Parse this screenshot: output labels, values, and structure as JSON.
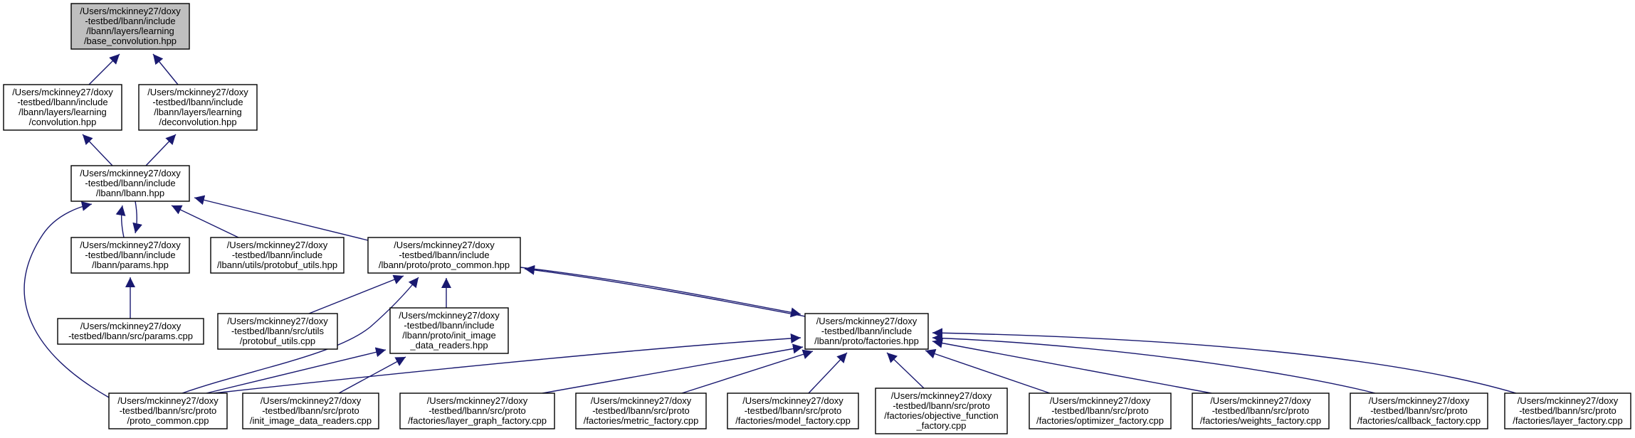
{
  "colors": {
    "edge": "#191970",
    "root_fill": "#bfbfbf",
    "node_fill": "#ffffff",
    "node_border": "#000000"
  },
  "nodes": [
    {
      "id": "base_conv",
      "highlight": true,
      "lines": [
        "/Users/mckinney27/doxy",
        "-testbed/lbann/include",
        "/lbann/layers/learning",
        "/base_convolution.hpp"
      ]
    },
    {
      "id": "convolution",
      "lines": [
        "/Users/mckinney27/doxy",
        "-testbed/lbann/include",
        "/lbann/layers/learning",
        "/convolution.hpp"
      ]
    },
    {
      "id": "deconvolution",
      "lines": [
        "/Users/mckinney27/doxy",
        "-testbed/lbann/include",
        "/lbann/layers/learning",
        "/deconvolution.hpp"
      ]
    },
    {
      "id": "lbann_hpp",
      "lines": [
        "/Users/mckinney27/doxy",
        "-testbed/lbann/include",
        "/lbann/lbann.hpp"
      ]
    },
    {
      "id": "params_hpp",
      "lines": [
        "/Users/mckinney27/doxy",
        "-testbed/lbann/include",
        "/lbann/params.hpp"
      ]
    },
    {
      "id": "protobuf_utils_hpp",
      "lines": [
        "/Users/mckinney27/doxy",
        "-testbed/lbann/include",
        "/lbann/utils/protobuf_utils.hpp"
      ]
    },
    {
      "id": "proto_common_hpp",
      "lines": [
        "/Users/mckinney27/doxy",
        "-testbed/lbann/include",
        "/lbann/proto/proto_common.hpp"
      ]
    },
    {
      "id": "params_cpp",
      "lines": [
        "/Users/mckinney27/doxy",
        "-testbed/lbann/src/params.cpp"
      ]
    },
    {
      "id": "protobuf_utils_cpp",
      "lines": [
        "/Users/mckinney27/doxy",
        "-testbed/lbann/src/utils",
        "/protobuf_utils.cpp"
      ]
    },
    {
      "id": "init_image_hpp",
      "lines": [
        "/Users/mckinney27/doxy",
        "-testbed/lbann/include",
        "/lbann/proto/init_image",
        "_data_readers.hpp"
      ]
    },
    {
      "id": "factories_hpp",
      "lines": [
        "/Users/mckinney27/doxy",
        "-testbed/lbann/include",
        "/lbann/proto/factories.hpp"
      ]
    },
    {
      "id": "proto_common_cpp",
      "lines": [
        "/Users/mckinney27/doxy",
        "-testbed/lbann/src/proto",
        "/proto_common.cpp"
      ]
    },
    {
      "id": "init_image_cpp",
      "lines": [
        "/Users/mckinney27/doxy",
        "-testbed/lbann/src/proto",
        "/init_image_data_readers.cpp"
      ]
    },
    {
      "id": "layer_graph_factory",
      "lines": [
        "/Users/mckinney27/doxy",
        "-testbed/lbann/src/proto",
        "/factories/layer_graph_factory.cpp"
      ]
    },
    {
      "id": "metric_factory",
      "lines": [
        "/Users/mckinney27/doxy",
        "-testbed/lbann/src/proto",
        "/factories/metric_factory.cpp"
      ]
    },
    {
      "id": "model_factory",
      "lines": [
        "/Users/mckinney27/doxy",
        "-testbed/lbann/src/proto",
        "/factories/model_factory.cpp"
      ]
    },
    {
      "id": "objective_factory",
      "lines": [
        "/Users/mckinney27/doxy",
        "-testbed/lbann/src/proto",
        "/factories/objective_function",
        "_factory.cpp"
      ]
    },
    {
      "id": "optimizer_factory",
      "lines": [
        "/Users/mckinney27/doxy",
        "-testbed/lbann/src/proto",
        "/factories/optimizer_factory.cpp"
      ]
    },
    {
      "id": "weights_factory",
      "lines": [
        "/Users/mckinney27/doxy",
        "-testbed/lbann/src/proto",
        "/factories/weights_factory.cpp"
      ]
    },
    {
      "id": "callback_factory",
      "lines": [
        "/Users/mckinney27/doxy",
        "-testbed/lbann/src/proto",
        "/factories/callback_factory.cpp"
      ]
    },
    {
      "id": "layer_factory",
      "lines": [
        "/Users/mckinney27/doxy",
        "-testbed/lbann/src/proto",
        "/factories/layer_factory.cpp"
      ]
    }
  ],
  "edges": [
    {
      "from": "convolution",
      "to": "base_conv"
    },
    {
      "from": "deconvolution",
      "to": "base_conv"
    },
    {
      "from": "lbann_hpp",
      "to": "convolution"
    },
    {
      "from": "lbann_hpp",
      "to": "deconvolution"
    },
    {
      "from": "params_hpp",
      "to": "lbann_hpp"
    },
    {
      "from": "lbann_hpp",
      "to": "params_hpp"
    },
    {
      "from": "protobuf_utils_hpp",
      "to": "lbann_hpp"
    },
    {
      "from": "proto_common_hpp",
      "to": "lbann_hpp"
    },
    {
      "from": "proto_common_cpp",
      "to": "lbann_hpp"
    },
    {
      "from": "params_cpp",
      "to": "params_hpp"
    },
    {
      "from": "protobuf_utils_cpp",
      "to": "proto_common_hpp"
    },
    {
      "from": "proto_common_cpp",
      "to": "proto_common_hpp"
    },
    {
      "from": "init_image_hpp",
      "to": "proto_common_hpp"
    },
    {
      "from": "factories_hpp",
      "to": "proto_common_hpp"
    },
    {
      "from": "proto_common_hpp",
      "to": "factories_hpp"
    },
    {
      "from": "proto_common_cpp",
      "to": "init_image_hpp"
    },
    {
      "from": "init_image_cpp",
      "to": "init_image_hpp"
    },
    {
      "from": "proto_common_cpp",
      "to": "factories_hpp"
    },
    {
      "from": "layer_graph_factory",
      "to": "factories_hpp"
    },
    {
      "from": "metric_factory",
      "to": "factories_hpp"
    },
    {
      "from": "model_factory",
      "to": "factories_hpp"
    },
    {
      "from": "objective_factory",
      "to": "factories_hpp"
    },
    {
      "from": "optimizer_factory",
      "to": "factories_hpp"
    },
    {
      "from": "weights_factory",
      "to": "factories_hpp"
    },
    {
      "from": "callback_factory",
      "to": "factories_hpp"
    },
    {
      "from": "layer_factory",
      "to": "factories_hpp"
    }
  ]
}
